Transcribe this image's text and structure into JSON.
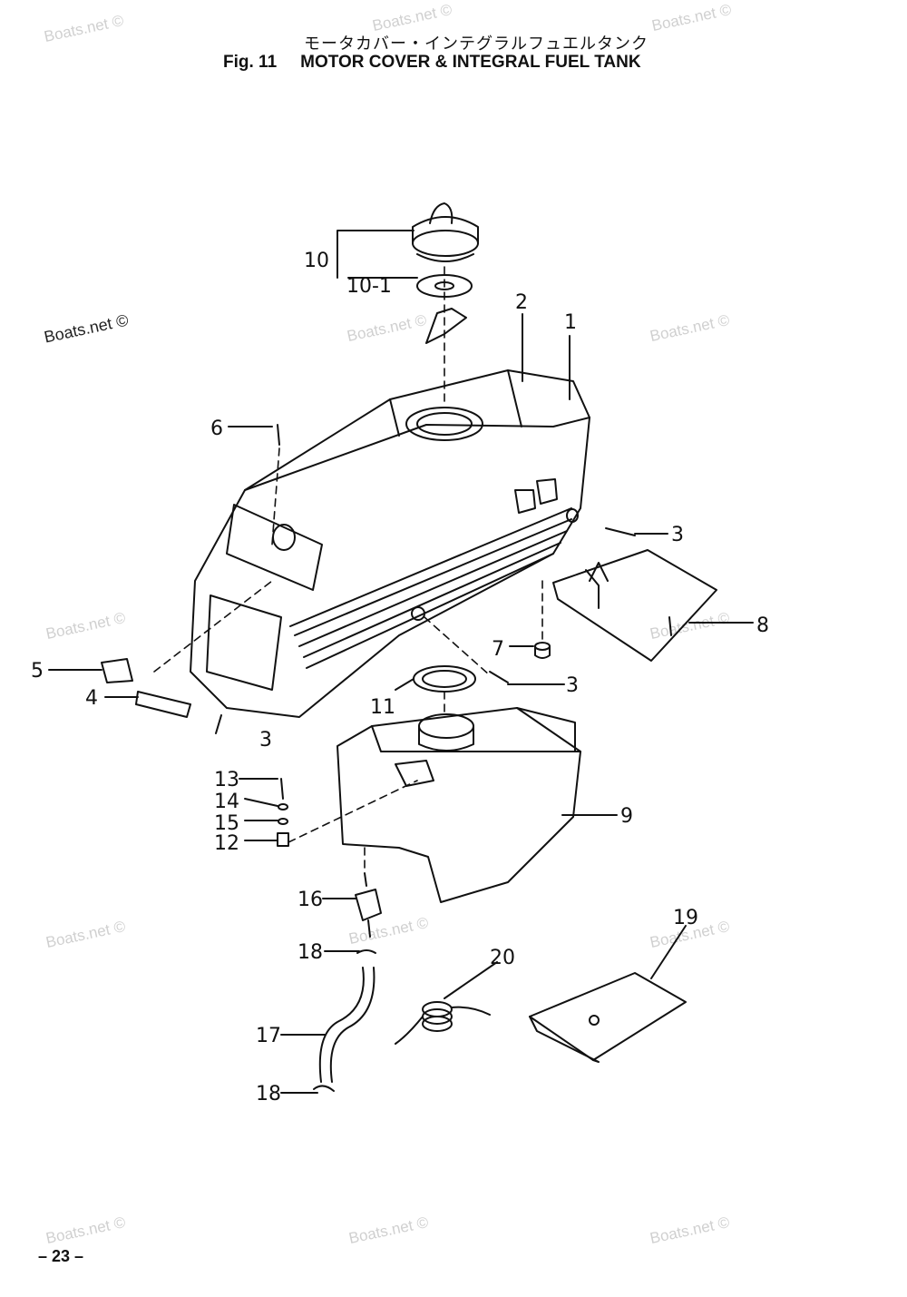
{
  "header": {
    "title_jp": "モータカバー・インテグラルフュエルタンク",
    "fig_label": "Fig. 11",
    "title_en": "MOTOR COVER & INTEGRAL FUEL TANK"
  },
  "footer": {
    "page_number": "– 23 –"
  },
  "watermark": {
    "text": "Boats.net ©"
  },
  "callouts": {
    "c10": "10",
    "c10_1": "10-1",
    "c2": "2",
    "c1": "1",
    "c6": "6",
    "c3a": "3",
    "c8": "8",
    "c7": "7",
    "c3b": "3",
    "c5": "5",
    "c4": "4",
    "c3c": "3",
    "c11": "11",
    "c13": "13",
    "c14": "14",
    "c15": "15",
    "c12": "12",
    "c9": "9",
    "c16": "16",
    "c18a": "18",
    "c20": "20",
    "c19": "19",
    "c17": "17",
    "c18b": "18"
  }
}
